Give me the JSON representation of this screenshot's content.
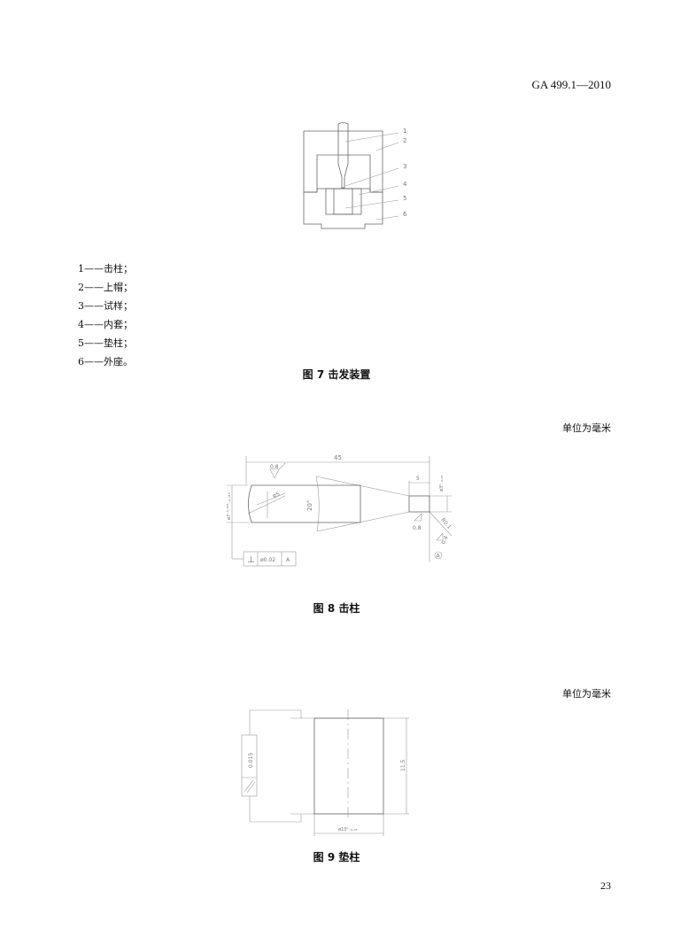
{
  "header": {
    "standard_id": "GA 499.1—2010"
  },
  "figure7": {
    "callouts": [
      "1",
      "2",
      "3",
      "4",
      "5",
      "6"
    ],
    "legend": [
      "1——击柱；",
      "2——上帽；",
      "3——试样；",
      "4——内套；",
      "5——垫柱；",
      "6——外座。"
    ],
    "caption": "图 7  击发装置"
  },
  "figure8": {
    "unit_note": "单位为毫米",
    "dims": {
      "length": "45",
      "roughness_top": "0.8",
      "radius": "R5",
      "angle": "20°",
      "tip_length": "5",
      "tip_diameter": "ø3⁰₋₀.₀₅",
      "body_diameter": "ø7⁻⁰·⁰⁰⁵₋₀.₀₁₅",
      "roughness_tip": "0.8",
      "tip_radius": "R0.1",
      "roughness_face": "0.4",
      "datum": "A"
    },
    "tolerance_frame": {
      "symbol": "⊥",
      "value": "ø0.02",
      "datum": "A"
    },
    "caption": "图 8  击柱"
  },
  "figure9": {
    "unit_note": "单位为毫米",
    "dims": {
      "height": "11.5",
      "diameter": "ø10⁰₋₀.₀₅"
    },
    "tolerance_frame": {
      "symbol": "//",
      "value": "0.015"
    },
    "caption": "图 9  垫柱"
  },
  "footer": {
    "page_number": "23"
  }
}
